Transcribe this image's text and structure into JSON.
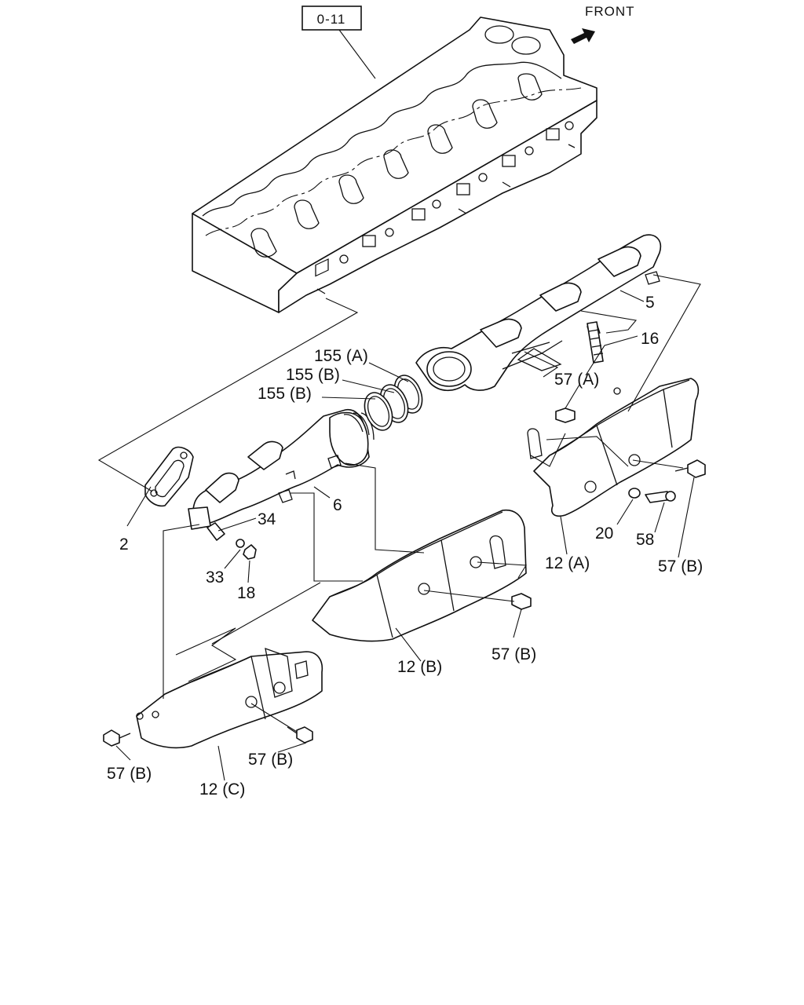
{
  "reference_box": "0-11",
  "front_indicator": "FRONT",
  "callouts": {
    "c5": "5",
    "c16": "16",
    "c155a": "155 (A)",
    "c155b_1": "155 (B)",
    "c155b_2": "155 (B)",
    "c57a": "57 (A)",
    "c6": "6",
    "c2": "2",
    "c34": "34",
    "c33": "33",
    "c18": "18",
    "c20": "20",
    "c58": "58",
    "c12a": "12 (A)",
    "c57b_1": "57 (B)",
    "c12b": "12 (B)",
    "c57b_2": "57 (B)",
    "c57b_3": "57 (B)",
    "c57b_4": "57 (B)",
    "c12c": "12 (C)"
  }
}
